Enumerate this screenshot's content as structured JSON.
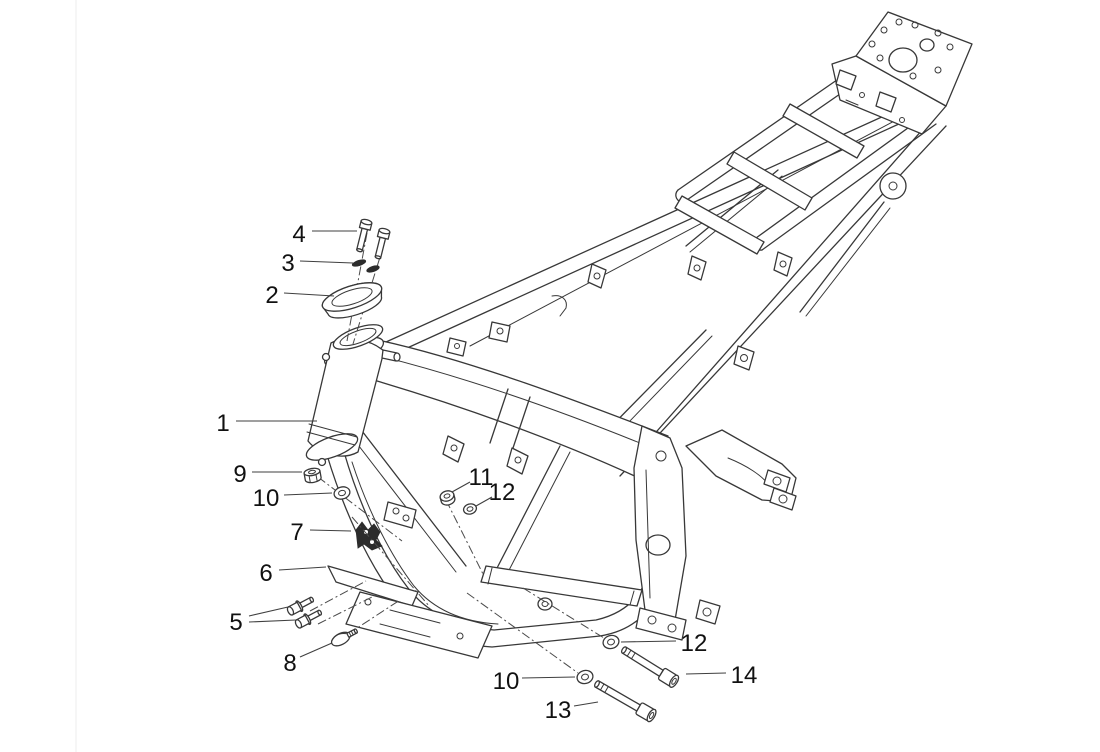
{
  "page": {
    "background": "#ffffff",
    "line_color": "#383838",
    "label_color": "#111111"
  },
  "diagram": {
    "type": "exploded-parts-drawing",
    "subject": "motorcycle-frame",
    "callouts": [
      {
        "label": "4",
        "target": "pair-of-bolts-top"
      },
      {
        "label": "3",
        "target": "pair-of-washers-top"
      },
      {
        "label": "2",
        "target": "steering-tube-cover"
      },
      {
        "label": "1",
        "target": "frame-head-tube"
      },
      {
        "label": "9",
        "target": "nut"
      },
      {
        "label": "10",
        "target": "washer"
      },
      {
        "label": "7",
        "target": "serrated-clamp"
      },
      {
        "label": "6",
        "target": "bracket-plate"
      },
      {
        "label": "5",
        "target": "pair-of-bolts-bracket"
      },
      {
        "label": "8",
        "target": "flange-screw"
      },
      {
        "label": "11",
        "target": "nut-center"
      },
      {
        "label": "12",
        "target": "washer-center"
      },
      {
        "label": "12",
        "target": "washer-lower-right"
      },
      {
        "label": "14",
        "target": "long-bolt-upper"
      },
      {
        "label": "10",
        "target": "washer-lower-left"
      },
      {
        "label": "13",
        "target": "long-bolt-lower"
      }
    ]
  }
}
